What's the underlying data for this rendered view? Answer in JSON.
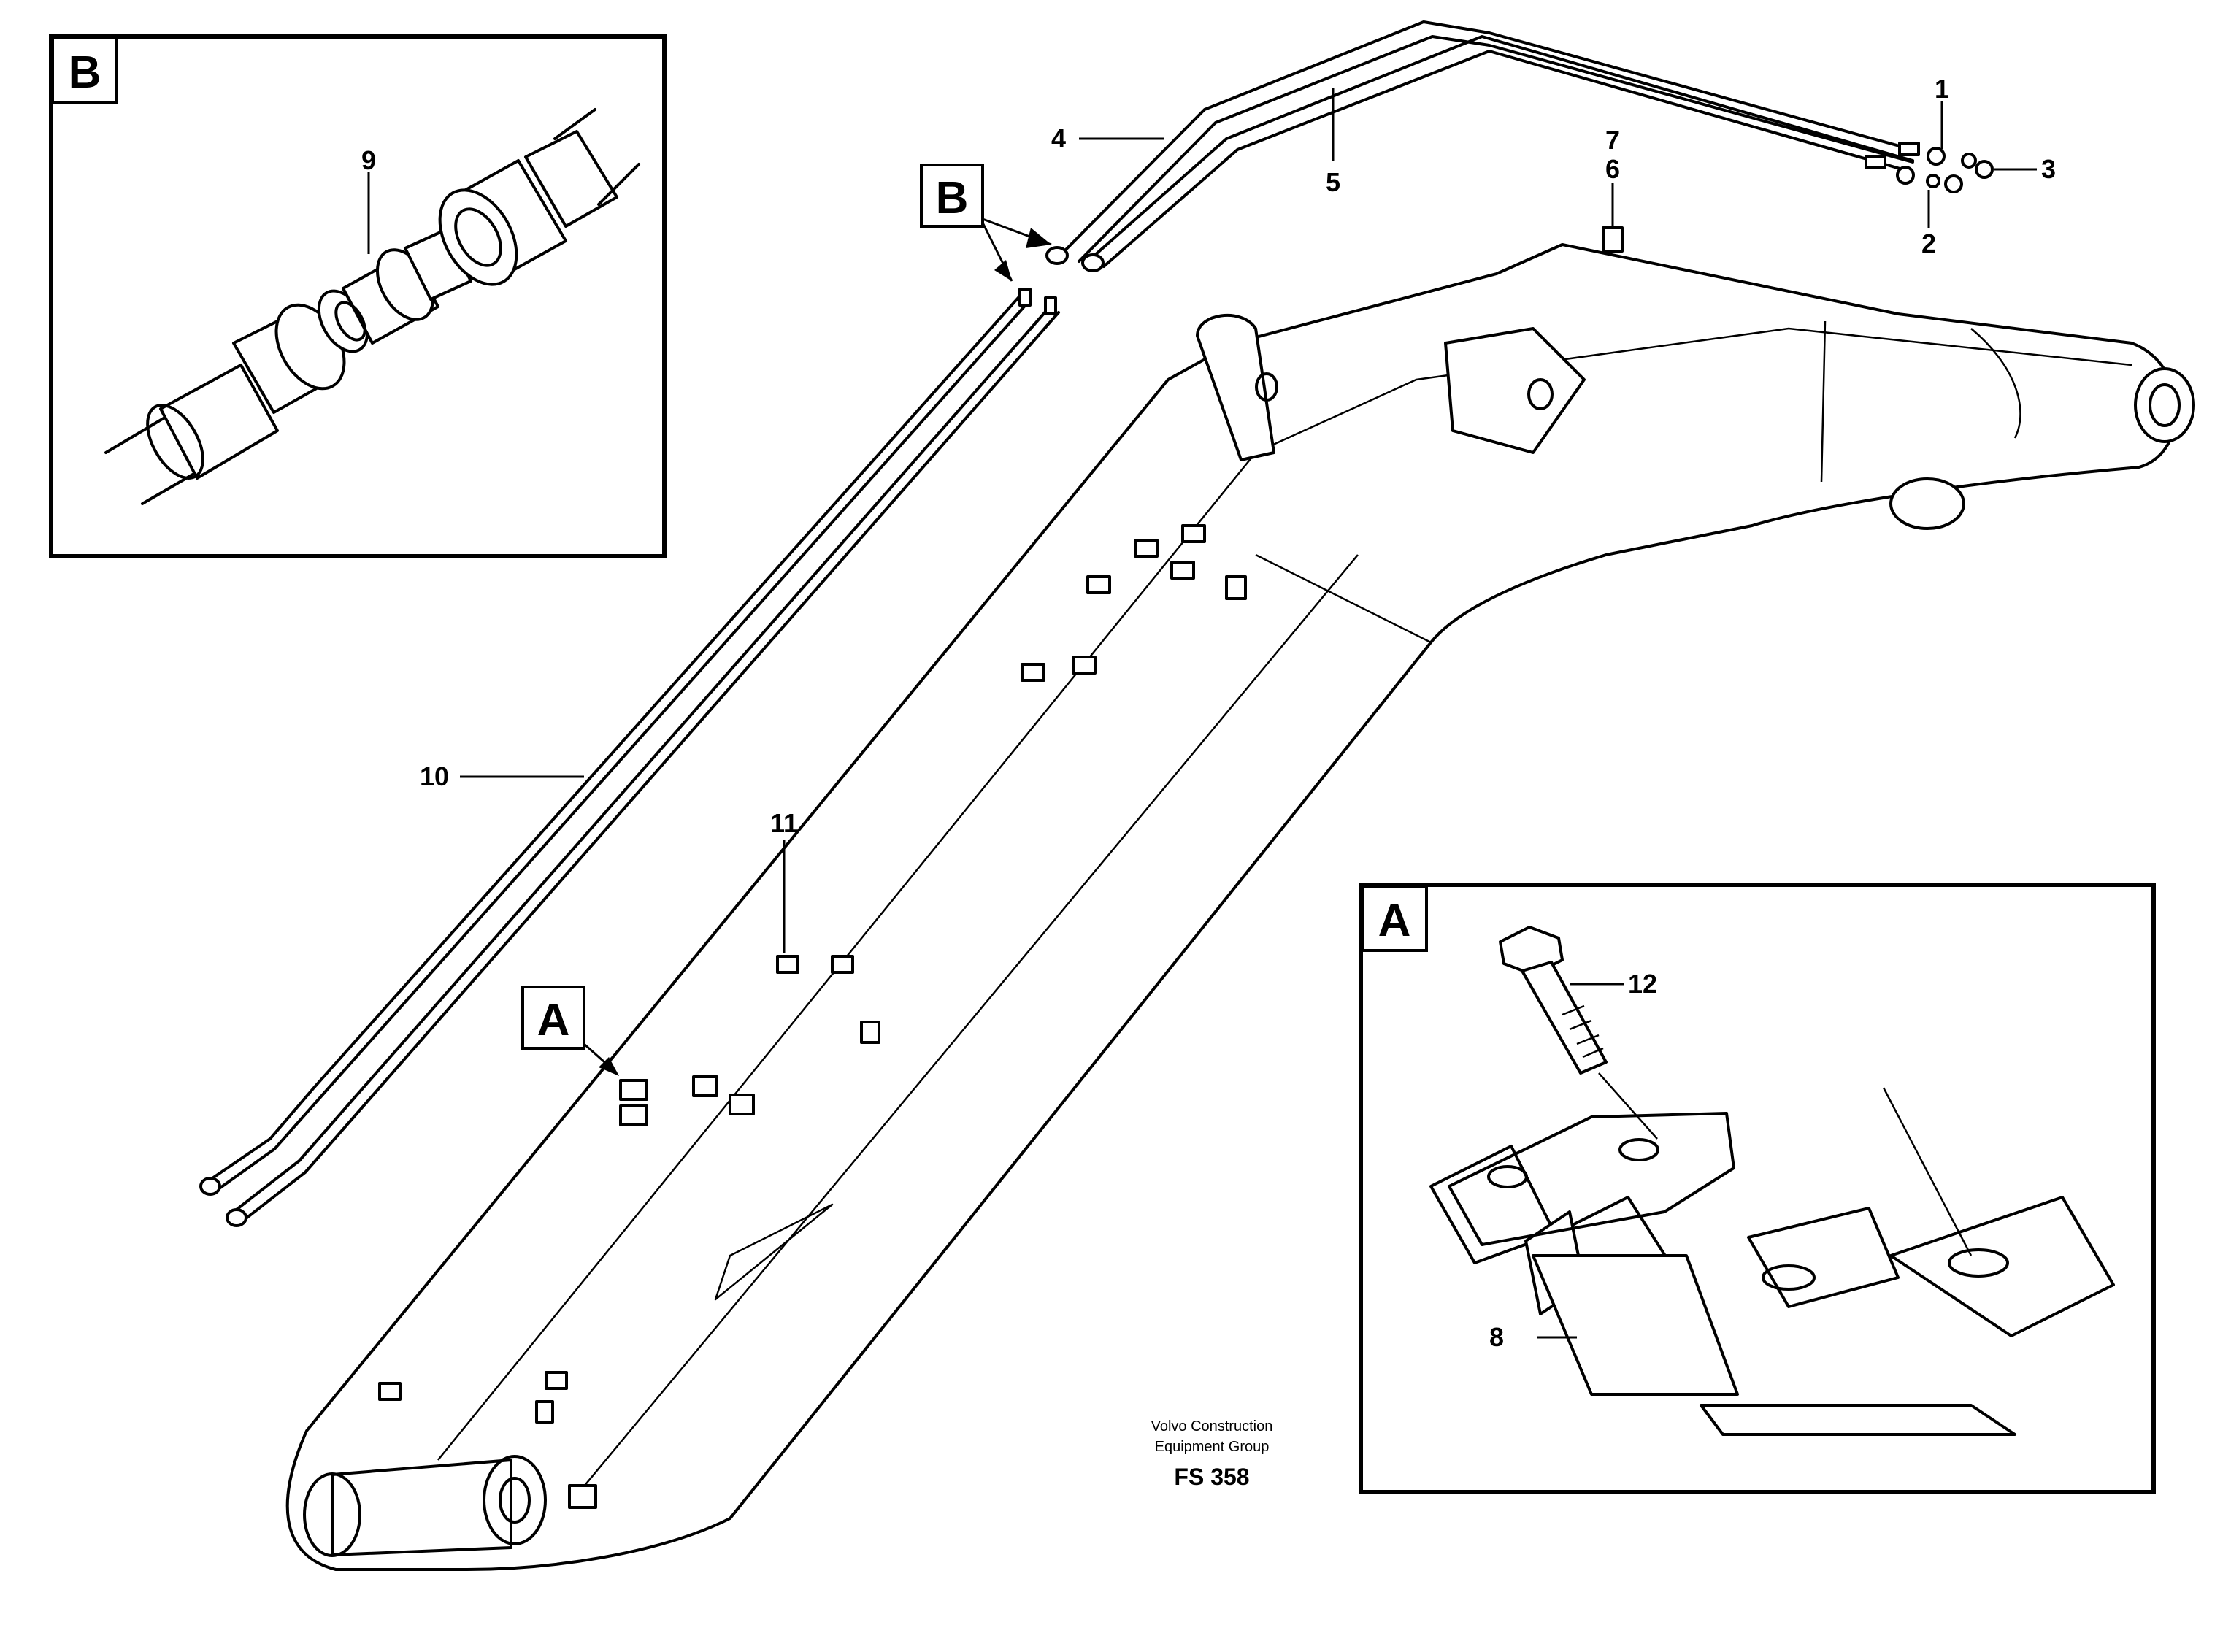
{
  "callouts": {
    "c1": "1",
    "c2": "2",
    "c3": "3",
    "c4": "4",
    "c5": "5",
    "c6": "6",
    "c7": "7",
    "c8": "8",
    "c9": "9",
    "c10": "10",
    "c11": "11",
    "c12": "12"
  },
  "views": {
    "detail_b_label": "B",
    "detail_a_label": "A",
    "ref_b_label": "B",
    "ref_a_label": "A"
  },
  "footer": {
    "company_line1": "Volvo Construction",
    "company_line2": "Equipment Group",
    "code": "FS 358"
  }
}
